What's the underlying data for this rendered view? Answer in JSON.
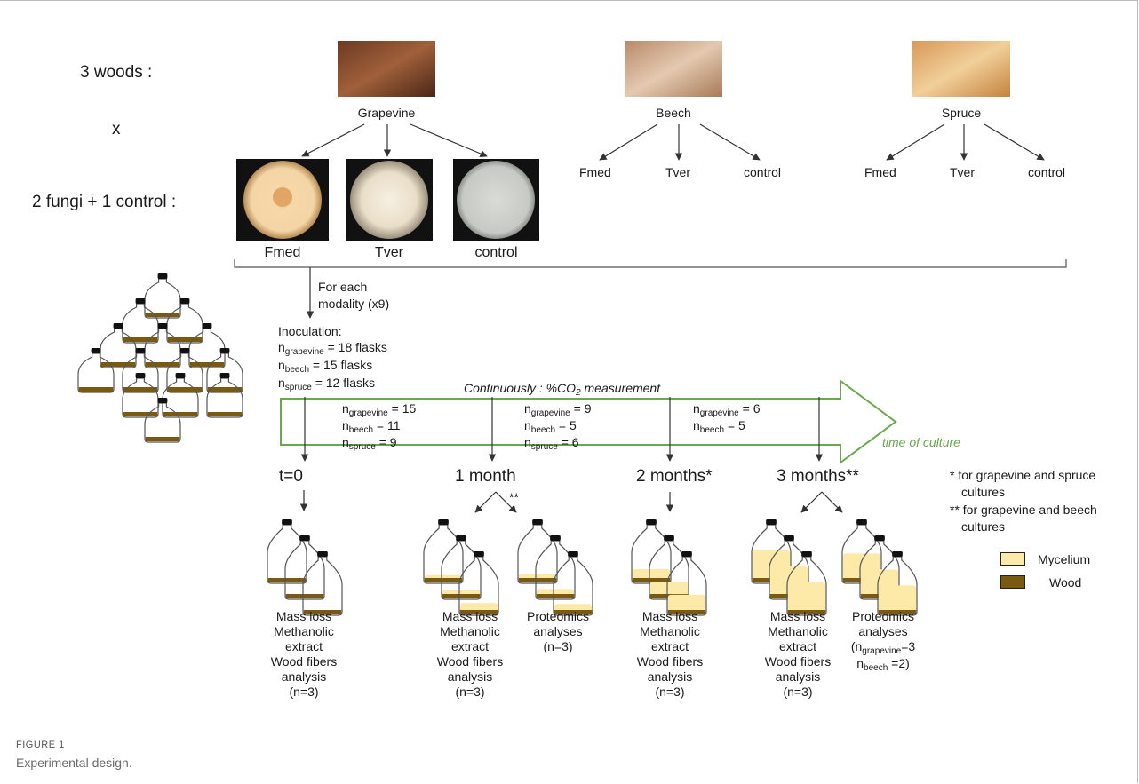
{
  "rows": {
    "woods_label": "3 woods :",
    "times_label": "x",
    "fungi_label": "2 fungi + 1 control :"
  },
  "woods": [
    "Grapevine",
    "Beech",
    "Spruce"
  ],
  "treatments": [
    "Fmed",
    "Tver",
    "control"
  ],
  "modality_note": [
    "For each",
    "modality (x9)"
  ],
  "inoculation": {
    "title": "Inoculation:",
    "lines": [
      {
        "sub": "grapevine",
        "text": " = 18 flasks"
      },
      {
        "sub": "beech",
        "text": " = 15 flasks"
      },
      {
        "sub": "spruce",
        "text": " = 12 flasks"
      }
    ]
  },
  "timeline": {
    "label": "Continuously : %CO",
    "label_sub": "2",
    "label_tail": " measurement",
    "axis": "time of culture",
    "counts": [
      [
        "15",
        "11",
        "9"
      ],
      [
        "9",
        "5",
        "6"
      ],
      [
        "6",
        "5"
      ]
    ],
    "count_subs": [
      "grapevine",
      "beech",
      "spruce"
    ]
  },
  "timepoints": [
    "t=0",
    "1 month",
    "2 months*",
    "3 months**"
  ],
  "double_star": "**",
  "analyses": {
    "standard": [
      "Mass loss",
      "Methanolic",
      "extract",
      "Wood fibers",
      "analysis",
      "(n=3)"
    ],
    "proteomics_1m": [
      "Proteomics",
      "analyses",
      "(n=3)"
    ],
    "proteomics_3m": {
      "l1": "Proteomics",
      "l2": "analyses",
      "l3a": "(n",
      "l3sub": "grapevine",
      "l3b": "=3",
      "l4a": "n",
      "l4sub": "beech",
      "l4b": " =2)"
    }
  },
  "notes": [
    "* for grapevine and spruce",
    "cultures",
    "** for grapevine and beech",
    "cultures"
  ],
  "legend": [
    {
      "label": "Mycelium",
      "color": "#fde9a8"
    },
    {
      "label": "Wood",
      "color": "#7a5a10"
    }
  ],
  "caption": {
    "title": "FIGURE 1",
    "text": "Experimental design."
  }
}
